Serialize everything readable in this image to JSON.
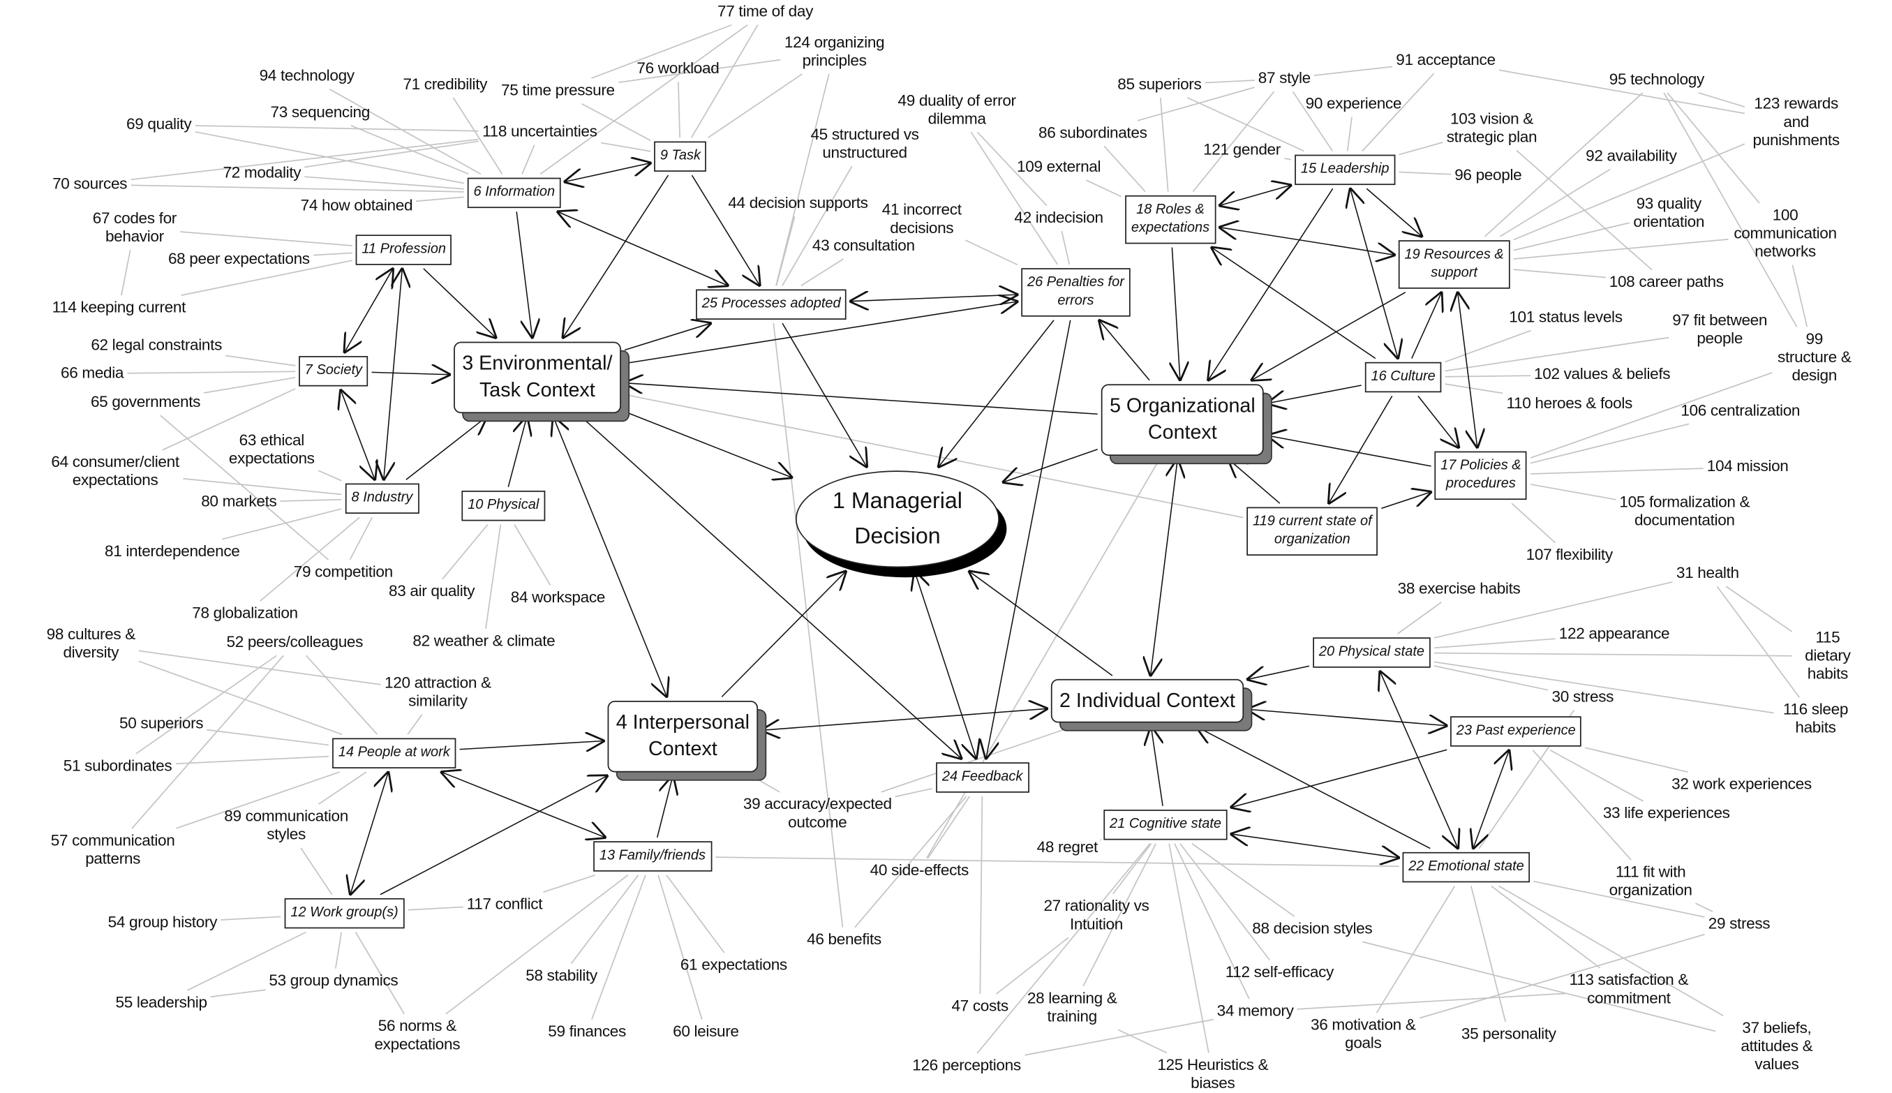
{
  "title": "Managerial decision factors concept map",
  "nodes": [
    {
      "id": "1",
      "label": "1 Managerial\nDecision",
      "kind": "ellipse"
    },
    {
      "id": "2",
      "label": "2 Individual Context",
      "kind": "main"
    },
    {
      "id": "3",
      "label": "3 Environmental/\nTask Context",
      "kind": "main"
    },
    {
      "id": "4",
      "label": "4 Interpersonal\nContext",
      "kind": "main"
    },
    {
      "id": "5",
      "label": "5 Organizational\nContext",
      "kind": "main"
    },
    {
      "id": "6",
      "label": "6 Information",
      "kind": "box"
    },
    {
      "id": "7",
      "label": "7 Society",
      "kind": "box"
    },
    {
      "id": "8",
      "label": "8 Industry",
      "kind": "box"
    },
    {
      "id": "9",
      "label": "9 Task",
      "kind": "box"
    },
    {
      "id": "10",
      "label": "10 Physical",
      "kind": "box"
    },
    {
      "id": "11",
      "label": "11 Profession",
      "kind": "box"
    },
    {
      "id": "12",
      "label": "12 Work group(s)",
      "kind": "box"
    },
    {
      "id": "13",
      "label": "13 Family/friends",
      "kind": "box"
    },
    {
      "id": "14",
      "label": "14 People at work",
      "kind": "box"
    },
    {
      "id": "15",
      "label": "15 Leadership",
      "kind": "box"
    },
    {
      "id": "16",
      "label": "16 Culture",
      "kind": "box"
    },
    {
      "id": "17",
      "label": "17 Policies &\nprocedures",
      "kind": "box"
    },
    {
      "id": "18",
      "label": "18 Roles &\nexpectations",
      "kind": "box"
    },
    {
      "id": "19",
      "label": "19 Resources &\nsupport",
      "kind": "box"
    },
    {
      "id": "20",
      "label": "20 Physical state",
      "kind": "box"
    },
    {
      "id": "21",
      "label": "21 Cognitive state",
      "kind": "box"
    },
    {
      "id": "22",
      "label": "22 Emotional state",
      "kind": "box"
    },
    {
      "id": "23",
      "label": "23 Past experience",
      "kind": "box"
    },
    {
      "id": "24",
      "label": "24 Feedback",
      "kind": "box"
    },
    {
      "id": "25",
      "label": "25 Processes adopted",
      "kind": "box"
    },
    {
      "id": "26",
      "label": "26 Penalties for\nerrors",
      "kind": "box"
    },
    {
      "id": "119",
      "label": "119 current state of\norganization",
      "kind": "box"
    },
    {
      "id": "27",
      "label": "27 rationality vs\nIntuition",
      "kind": "label"
    },
    {
      "id": "28",
      "label": "28 learning &\ntraining",
      "kind": "label"
    },
    {
      "id": "29",
      "label": "29 stress",
      "kind": "label"
    },
    {
      "id": "30",
      "label": "30 stress",
      "kind": "label"
    },
    {
      "id": "31",
      "label": "31 health",
      "kind": "label"
    },
    {
      "id": "32",
      "label": "32 work experiences",
      "kind": "label"
    },
    {
      "id": "33",
      "label": "33 life experiences",
      "kind": "label"
    },
    {
      "id": "34",
      "label": "34 memory",
      "kind": "label"
    },
    {
      "id": "35",
      "label": "35 personality",
      "kind": "label"
    },
    {
      "id": "36",
      "label": "36 motivation &\ngoals",
      "kind": "label"
    },
    {
      "id": "37",
      "label": "37 beliefs,\nattitudes & values",
      "kind": "label"
    },
    {
      "id": "38",
      "label": "38 exercise habits",
      "kind": "label"
    },
    {
      "id": "39",
      "label": "39 accuracy/expected\noutcome",
      "kind": "label"
    },
    {
      "id": "40",
      "label": "40 side-effects",
      "kind": "label"
    },
    {
      "id": "41",
      "label": "41 incorrect\ndecisions",
      "kind": "label"
    },
    {
      "id": "42",
      "label": "42 indecision",
      "kind": "label"
    },
    {
      "id": "43",
      "label": "43 consultation",
      "kind": "label"
    },
    {
      "id": "44",
      "label": "44 decision supports",
      "kind": "label"
    },
    {
      "id": "45",
      "label": "45 structured vs\nunstructured",
      "kind": "label"
    },
    {
      "id": "46",
      "label": "46 benefits",
      "kind": "label"
    },
    {
      "id": "47",
      "label": "47 costs",
      "kind": "label"
    },
    {
      "id": "48",
      "label": "48 regret",
      "kind": "label"
    },
    {
      "id": "49",
      "label": "49 duality of error\ndilemma",
      "kind": "label"
    },
    {
      "id": "50",
      "label": "50 superiors",
      "kind": "label"
    },
    {
      "id": "51",
      "label": "51 subordinates",
      "kind": "label"
    },
    {
      "id": "52",
      "label": "52 peers/colleagues",
      "kind": "label"
    },
    {
      "id": "53",
      "label": "53 group dynamics",
      "kind": "label"
    },
    {
      "id": "54",
      "label": "54 group history",
      "kind": "label"
    },
    {
      "id": "55",
      "label": "55 leadership",
      "kind": "label"
    },
    {
      "id": "56",
      "label": "56 norms &\nexpectations",
      "kind": "label"
    },
    {
      "id": "57",
      "label": "57 communication\npatterns",
      "kind": "label"
    },
    {
      "id": "58",
      "label": "58 stability",
      "kind": "label"
    },
    {
      "id": "59",
      "label": "59 finances",
      "kind": "label"
    },
    {
      "id": "60",
      "label": "60 leisure",
      "kind": "label"
    },
    {
      "id": "61",
      "label": "61 expectations",
      "kind": "label"
    },
    {
      "id": "62",
      "label": "62 legal constraints",
      "kind": "label"
    },
    {
      "id": "63",
      "label": "63 ethical\nexpectations",
      "kind": "label"
    },
    {
      "id": "64",
      "label": "64 consumer/client\nexpectations",
      "kind": "label"
    },
    {
      "id": "65",
      "label": "65 governments",
      "kind": "label"
    },
    {
      "id": "66",
      "label": "66 media",
      "kind": "label"
    },
    {
      "id": "67",
      "label": "67 codes for\nbehavior",
      "kind": "label"
    },
    {
      "id": "68",
      "label": "68 peer expectations",
      "kind": "label"
    },
    {
      "id": "69",
      "label": "69 quality",
      "kind": "label"
    },
    {
      "id": "70",
      "label": "70 sources",
      "kind": "label"
    },
    {
      "id": "71",
      "label": "71 credibility",
      "kind": "label"
    },
    {
      "id": "72",
      "label": "72 modality",
      "kind": "label"
    },
    {
      "id": "73",
      "label": "73 sequencing",
      "kind": "label"
    },
    {
      "id": "74",
      "label": "74 how obtained",
      "kind": "label"
    },
    {
      "id": "75",
      "label": "75 time pressure",
      "kind": "label"
    },
    {
      "id": "76",
      "label": "76 workload",
      "kind": "label"
    },
    {
      "id": "77",
      "label": "77 time of day",
      "kind": "label"
    },
    {
      "id": "78",
      "label": "78 globalization",
      "kind": "label"
    },
    {
      "id": "79",
      "label": "79 competition",
      "kind": "label"
    },
    {
      "id": "80",
      "label": "80 markets",
      "kind": "label"
    },
    {
      "id": "81",
      "label": "81 interdependence",
      "kind": "label"
    },
    {
      "id": "82",
      "label": "82 weather & climate",
      "kind": "label"
    },
    {
      "id": "83",
      "label": "83 air quality",
      "kind": "label"
    },
    {
      "id": "84",
      "label": "84 workspace",
      "kind": "label"
    },
    {
      "id": "85",
      "label": "85 superiors",
      "kind": "label"
    },
    {
      "id": "86",
      "label": "86 subordinates",
      "kind": "label"
    },
    {
      "id": "87",
      "label": "87 style",
      "kind": "label"
    },
    {
      "id": "88",
      "label": "88 decision styles",
      "kind": "label"
    },
    {
      "id": "89",
      "label": "89 communication\nstyles",
      "kind": "label"
    },
    {
      "id": "90",
      "label": "90 experience",
      "kind": "label"
    },
    {
      "id": "91",
      "label": "91 acceptance",
      "kind": "label"
    },
    {
      "id": "92",
      "label": "92 availability",
      "kind": "label"
    },
    {
      "id": "93",
      "label": "93 quality\norientation",
      "kind": "label"
    },
    {
      "id": "94",
      "label": "94 technology",
      "kind": "label"
    },
    {
      "id": "95",
      "label": "95 technology",
      "kind": "label"
    },
    {
      "id": "96",
      "label": "96 people",
      "kind": "label"
    },
    {
      "id": "97",
      "label": "97 fit between\npeople",
      "kind": "label"
    },
    {
      "id": "98",
      "label": "98 cultures &\ndiversity",
      "kind": "label"
    },
    {
      "id": "99",
      "label": "99 structure &\ndesign",
      "kind": "label"
    },
    {
      "id": "100",
      "label": "100 communication\nnetworks",
      "kind": "label"
    },
    {
      "id": "101",
      "label": "101 status levels",
      "kind": "label"
    },
    {
      "id": "102",
      "label": "102 values & beliefs",
      "kind": "label"
    },
    {
      "id": "103",
      "label": "103 vision &\nstrategic plan",
      "kind": "label"
    },
    {
      "id": "104",
      "label": "104 mission",
      "kind": "label"
    },
    {
      "id": "105",
      "label": "105 formalization &\ndocumentation",
      "kind": "label"
    },
    {
      "id": "106",
      "label": "106 centralization",
      "kind": "label"
    },
    {
      "id": "107",
      "label": "107 flexibility",
      "kind": "label"
    },
    {
      "id": "108",
      "label": "108 career paths",
      "kind": "label"
    },
    {
      "id": "109",
      "label": "109 external",
      "kind": "label"
    },
    {
      "id": "110",
      "label": "110 heroes & fools",
      "kind": "label"
    },
    {
      "id": "111",
      "label": "111 fit with\norganization",
      "kind": "label"
    },
    {
      "id": "112",
      "label": "112 self-efficacy",
      "kind": "label"
    },
    {
      "id": "113",
      "label": "113 satisfaction &\ncommitment",
      "kind": "label"
    },
    {
      "id": "114",
      "label": "114 keeping current",
      "kind": "label"
    },
    {
      "id": "115",
      "label": "115 dietary habits",
      "kind": "label"
    },
    {
      "id": "116",
      "label": "116 sleep habits",
      "kind": "label"
    },
    {
      "id": "117",
      "label": "117 conflict",
      "kind": "label"
    },
    {
      "id": "118",
      "label": "118 uncertainties",
      "kind": "label"
    },
    {
      "id": "120",
      "label": "120 attraction &\nsimilarity",
      "kind": "label"
    },
    {
      "id": "121",
      "label": "121 gender",
      "kind": "label"
    },
    {
      "id": "122",
      "label": "122 appearance",
      "kind": "label"
    },
    {
      "id": "123",
      "label": "123 rewards and\npunishments",
      "kind": "label"
    },
    {
      "id": "124",
      "label": "124 organizing\nprinciples",
      "kind": "label"
    },
    {
      "id": "125",
      "label": "125 Heuristics &\nbiases",
      "kind": "label"
    },
    {
      "id": "126",
      "label": "126 perceptions",
      "kind": "label"
    }
  ],
  "arrows": [
    [
      "6",
      "9",
      "both"
    ],
    [
      "6",
      "3",
      "to"
    ],
    [
      "9",
      "3",
      "to"
    ],
    [
      "9",
      "25",
      "to"
    ],
    [
      "6",
      "25",
      "both"
    ],
    [
      "11",
      "3",
      "to"
    ],
    [
      "11",
      "7",
      "both"
    ],
    [
      "11",
      "8",
      "both"
    ],
    [
      "7",
      "3",
      "to"
    ],
    [
      "7",
      "8",
      "both"
    ],
    [
      "8",
      "3",
      "to"
    ],
    [
      "10",
      "3",
      "to"
    ],
    [
      "3",
      "25",
      "to"
    ],
    [
      "3",
      "26",
      "to"
    ],
    [
      "25",
      "26",
      "both"
    ],
    [
      "5",
      "3",
      "to"
    ],
    [
      "3",
      "1",
      "to"
    ],
    [
      "25",
      "1",
      "to"
    ],
    [
      "26",
      "1",
      "to"
    ],
    [
      "3",
      "4",
      "both"
    ],
    [
      "3",
      "24",
      "to"
    ],
    [
      "26",
      "24",
      "to"
    ],
    [
      "18",
      "5",
      "to"
    ],
    [
      "15",
      "5",
      "to"
    ],
    [
      "15",
      "18",
      "both"
    ],
    [
      "18",
      "19",
      "both"
    ],
    [
      "15",
      "19",
      "to"
    ],
    [
      "15",
      "16",
      "both"
    ],
    [
      "16",
      "19",
      "to"
    ],
    [
      "19",
      "17",
      "both"
    ],
    [
      "16",
      "5",
      "to"
    ],
    [
      "16",
      "18",
      "to"
    ],
    [
      "19",
      "5",
      "to"
    ],
    [
      "16",
      "17",
      "to"
    ],
    [
      "16",
      "119",
      "to"
    ],
    [
      "119",
      "17",
      "to"
    ],
    [
      "17",
      "5",
      "to"
    ],
    [
      "5",
      "1",
      "to"
    ],
    [
      "5",
      "26",
      "to"
    ],
    [
      "119",
      "5",
      "to"
    ],
    [
      "5",
      "2",
      "both"
    ],
    [
      "2",
      "1",
      "to"
    ],
    [
      "24",
      "1",
      "both"
    ],
    [
      "4",
      "1",
      "to"
    ],
    [
      "4",
      "2",
      "both"
    ],
    [
      "14",
      "4",
      "to"
    ],
    [
      "14",
      "13",
      "both"
    ],
    [
      "14",
      "12",
      "both"
    ],
    [
      "12",
      "4",
      "to"
    ],
    [
      "13",
      "4",
      "to"
    ],
    [
      "20",
      "2",
      "to"
    ],
    [
      "23",
      "2",
      "both"
    ],
    [
      "23",
      "21",
      "to"
    ],
    [
      "22",
      "21",
      "both"
    ],
    [
      "23",
      "22",
      "both"
    ],
    [
      "20",
      "22",
      "both"
    ],
    [
      "22",
      "2",
      "to"
    ],
    [
      "21",
      "2",
      "to"
    ]
  ],
  "links": [
    [
      "69",
      "6"
    ],
    [
      "70",
      "6"
    ],
    [
      "71",
      "6"
    ],
    [
      "72",
      "6"
    ],
    [
      "73",
      "6"
    ],
    [
      "74",
      "6"
    ],
    [
      "94",
      "6"
    ],
    [
      "118",
      "6"
    ],
    [
      "70",
      "118"
    ],
    [
      "72",
      "118"
    ],
    [
      "69",
      "118"
    ],
    [
      "77",
      "9"
    ],
    [
      "76",
      "9"
    ],
    [
      "75",
      "9"
    ],
    [
      "124",
      "9"
    ],
    [
      "118",
      "9"
    ],
    [
      "77",
      "75"
    ],
    [
      "124",
      "75"
    ],
    [
      "44",
      "25"
    ],
    [
      "45",
      "25"
    ],
    [
      "43",
      "25"
    ],
    [
      "124",
      "25"
    ],
    [
      "77",
      "6"
    ],
    [
      "49",
      "26"
    ],
    [
      "41",
      "26"
    ],
    [
      "42",
      "26"
    ],
    [
      "49",
      "42"
    ],
    [
      "67",
      "11"
    ],
    [
      "68",
      "11"
    ],
    [
      "114",
      "11"
    ],
    [
      "114",
      "67"
    ],
    [
      "62",
      "7"
    ],
    [
      "66",
      "7"
    ],
    [
      "65",
      "7"
    ],
    [
      "64",
      "7"
    ],
    [
      "63",
      "8"
    ],
    [
      "80",
      "8"
    ],
    [
      "81",
      "8"
    ],
    [
      "79",
      "8"
    ],
    [
      "78",
      "8"
    ],
    [
      "64",
      "8"
    ],
    [
      "65",
      "79"
    ],
    [
      "83",
      "10"
    ],
    [
      "84",
      "10"
    ],
    [
      "82",
      "10"
    ],
    [
      "98",
      "14"
    ],
    [
      "52",
      "14"
    ],
    [
      "120",
      "14"
    ],
    [
      "50",
      "14"
    ],
    [
      "51",
      "14"
    ],
    [
      "89",
      "14"
    ],
    [
      "57",
      "14"
    ],
    [
      "98",
      "120"
    ],
    [
      "57",
      "52"
    ],
    [
      "51",
      "52"
    ],
    [
      "54",
      "12"
    ],
    [
      "55",
      "12"
    ],
    [
      "53",
      "12"
    ],
    [
      "56",
      "12"
    ],
    [
      "117",
      "12"
    ],
    [
      "89",
      "12"
    ],
    [
      "55",
      "53"
    ],
    [
      "58",
      "13"
    ],
    [
      "59",
      "13"
    ],
    [
      "60",
      "13"
    ],
    [
      "61",
      "13"
    ],
    [
      "117",
      "13"
    ],
    [
      "56",
      "13"
    ],
    [
      "85",
      "15"
    ],
    [
      "87",
      "15"
    ],
    [
      "90",
      "15"
    ],
    [
      "121",
      "15"
    ],
    [
      "91",
      "15"
    ],
    [
      "103",
      "15"
    ],
    [
      "96",
      "15"
    ],
    [
      "91",
      "87"
    ],
    [
      "87",
      "85"
    ],
    [
      "87",
      "86"
    ],
    [
      "85",
      "18"
    ],
    [
      "86",
      "18"
    ],
    [
      "109",
      "18"
    ],
    [
      "87",
      "18"
    ],
    [
      "95",
      "19"
    ],
    [
      "92",
      "19"
    ],
    [
      "93",
      "19"
    ],
    [
      "100",
      "19"
    ],
    [
      "123",
      "19"
    ],
    [
      "108",
      "19"
    ],
    [
      "95",
      "123"
    ],
    [
      "91",
      "123"
    ],
    [
      "101",
      "16"
    ],
    [
      "102",
      "16"
    ],
    [
      "110",
      "16"
    ],
    [
      "97",
      "16"
    ],
    [
      "103",
      "108"
    ],
    [
      "106",
      "17"
    ],
    [
      "104",
      "17"
    ],
    [
      "105",
      "17"
    ],
    [
      "99",
      "17"
    ],
    [
      "107",
      "17"
    ],
    [
      "100",
      "99"
    ],
    [
      "95",
      "100"
    ],
    [
      "95",
      "99"
    ],
    [
      "31",
      "20"
    ],
    [
      "38",
      "20"
    ],
    [
      "115",
      "20"
    ],
    [
      "116",
      "20"
    ],
    [
      "122",
      "20"
    ],
    [
      "30",
      "20"
    ],
    [
      "31",
      "116"
    ],
    [
      "31",
      "115"
    ],
    [
      "33",
      "23"
    ],
    [
      "32",
      "23"
    ],
    [
      "111",
      "23"
    ],
    [
      "29",
      "22"
    ],
    [
      "113",
      "22"
    ],
    [
      "36",
      "22"
    ],
    [
      "35",
      "22"
    ],
    [
      "37",
      "22"
    ],
    [
      "30",
      "22"
    ],
    [
      "111",
      "29"
    ],
    [
      "88",
      "21"
    ],
    [
      "112",
      "21"
    ],
    [
      "34",
      "21"
    ],
    [
      "125",
      "21"
    ],
    [
      "126",
      "21"
    ],
    [
      "28",
      "21"
    ],
    [
      "27",
      "21"
    ],
    [
      "48",
      "21"
    ],
    [
      "39",
      "4"
    ],
    [
      "40",
      "24"
    ],
    [
      "46",
      "24"
    ],
    [
      "47",
      "24"
    ],
    [
      "39",
      "24"
    ],
    [
      "47",
      "27"
    ],
    [
      "126",
      "34"
    ],
    [
      "125",
      "28"
    ],
    [
      "3",
      "119"
    ],
    [
      "13",
      "22"
    ],
    [
      "2",
      "39"
    ],
    [
      "46",
      "25"
    ],
    [
      "40",
      "5"
    ],
    [
      "37",
      "88"
    ],
    [
      "29",
      "36"
    ],
    [
      "113",
      "34"
    ]
  ]
}
